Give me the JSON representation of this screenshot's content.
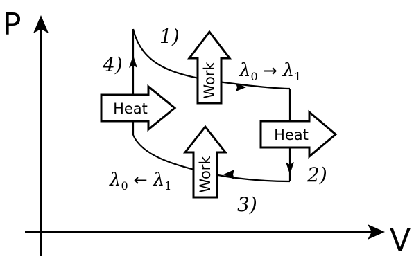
{
  "axes": {
    "y_label": "P",
    "x_label": "V"
  },
  "steps": {
    "s1": "1)",
    "s2": "2)",
    "s3": "3)",
    "s4": "4)"
  },
  "parameters": {
    "forward": {
      "left_base": "λ",
      "left_sub": "0",
      "op": "→",
      "right_base": "λ",
      "right_sub": "1"
    },
    "backward": {
      "left_base": "λ",
      "left_sub": "0",
      "op": "←",
      "right_base": "λ",
      "right_sub": "1"
    }
  },
  "block_arrows": {
    "work_top": "Work",
    "work_bottom": "Work",
    "heat_left": "Heat",
    "heat_right": "Heat"
  },
  "colors": {
    "stroke": "#000000",
    "fill": "#ffffff"
  }
}
